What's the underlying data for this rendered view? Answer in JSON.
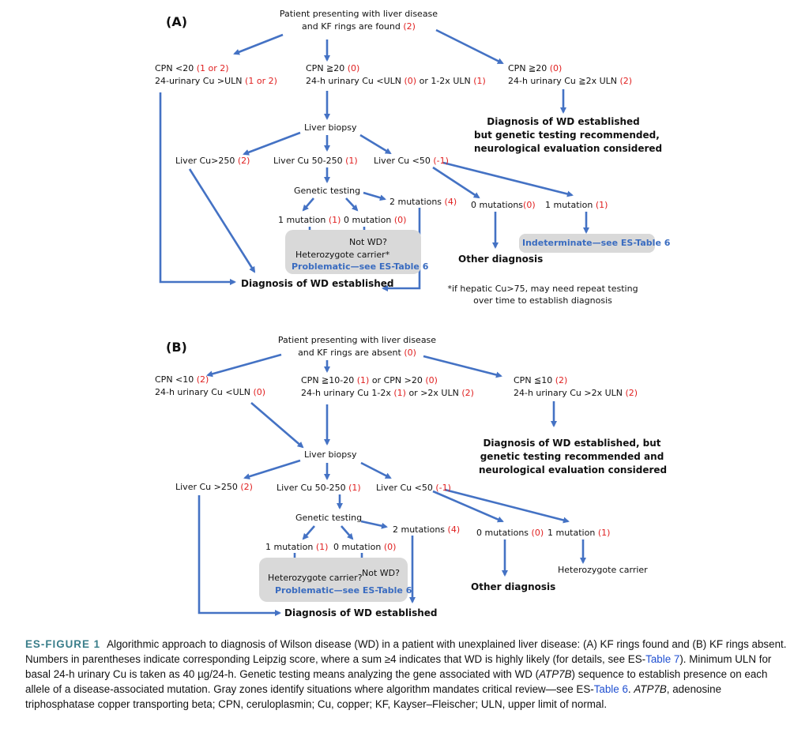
{
  "panel_a": {
    "label": "(A)",
    "start": {
      "l1": "Patient presenting with liver disease",
      "l2": "and KF rings are found",
      "s2": "(2)"
    },
    "left": {
      "l1": "CPN <20",
      "s1": "(1 or 2)",
      "l2": "24-urinary Cu >ULN",
      "s2": "(1 or 2)"
    },
    "mid": {
      "l1": "CPN ≧20",
      "s1": "(0)",
      "l2": "24-h urinary Cu <ULN",
      "s2": "(0)",
      "l2b": "or 1-2x ULN",
      "s2b": "(1)"
    },
    "right": {
      "l1": "CPN ≧20",
      "s1": "(0)",
      "l2": "24-h urinary Cu ≧2x ULN",
      "s2": "(2)"
    },
    "right_dx": {
      "l1": "Diagnosis of WD established",
      "l2": "but genetic testing recommended,",
      "l3": "neurological evaluation considered"
    },
    "biopsy": "Liver biopsy",
    "cu_high": {
      "t": "Liver Cu>250",
      "s": "(2)"
    },
    "cu_mid": {
      "t": "Liver Cu 50-250",
      "s": "(1)"
    },
    "cu_low": {
      "t": "Liver Cu <50",
      "s": "(-1)"
    },
    "genetic": "Genetic testing",
    "two_mut": {
      "t": "2 mutations",
      "s": "(4)"
    },
    "one_mut": {
      "t": "1 mutation",
      "s": "(1)"
    },
    "zero_mut": {
      "t": "0 mutation",
      "s": "(0)"
    },
    "gray": {
      "not_wd": "Not WD?",
      "het": "Heterozygote carrier*",
      "prob": "Problematic—see ES-Table 6"
    },
    "zero_mut_r": {
      "t": "0 mutations",
      "s": "(0)"
    },
    "one_mut_r": {
      "t": "1 mutation",
      "s": "(1)"
    },
    "indeterminate": "Indeterminate—see ES-Table 6",
    "other_dx": "Other diagnosis",
    "dx": "Diagnosis of WD established",
    "note": {
      "l1": "*if hepatic Cu>75, may need repeat testing",
      "l2": "over time to establish diagnosis"
    }
  },
  "panel_b": {
    "label": "(B)",
    "start": {
      "l1": "Patient presenting with liver disease",
      "l2": "and KF rings are absent",
      "s2": "(0)"
    },
    "left": {
      "l1": "CPN <10",
      "s1": "(2)",
      "l2": "24-h urinary Cu <ULN",
      "s2": "(0)"
    },
    "mid": {
      "l1": "CPN ≧10-20",
      "s1": "(1)",
      "l1b": "or CPN >20",
      "s1b": "(0)",
      "l2": "24-h urinary Cu 1-2x",
      "s2": "(1)",
      "l2b": "or >2x ULN",
      "s2b": "(2)"
    },
    "right": {
      "l1": "CPN ≦10",
      "s1": "(2)",
      "l2": "24-h urinary Cu >2x ULN",
      "s2": "(2)"
    },
    "right_dx": {
      "l1": "Diagnosis of WD established, but",
      "l2": "genetic testing recommended and",
      "l3": "neurological evaluation considered"
    },
    "biopsy": "Liver biopsy",
    "cu_high": {
      "t": "Liver Cu >250",
      "s": "(2)"
    },
    "cu_mid": {
      "t": "Liver Cu 50-250",
      "s": "(1)"
    },
    "cu_low": {
      "t": "Liver Cu <50",
      "s": "(-1)"
    },
    "genetic": "Genetic testing",
    "two_mut": {
      "t": "2 mutations",
      "s": "(4)"
    },
    "one_mut": {
      "t": "1 mutation",
      "s": "(1)"
    },
    "zero_mut": {
      "t": "0 mutation",
      "s": "(0)"
    },
    "gray": {
      "het": "Heterozygote carrier?",
      "not_wd": "Not WD?",
      "prob": "Problematic—see ES-Table 6"
    },
    "zero_mut_r": {
      "t": "0 mutations",
      "s": "(0)"
    },
    "one_mut_r": {
      "t": "1 mutation",
      "s": "(1)"
    },
    "het_carrier": "Heterozygote carrier",
    "other_dx": "Other diagnosis",
    "dx": "Diagnosis of WD established"
  },
  "caption": {
    "fig": "ES-FIGURE 1",
    "p1": "Algorithmic approach to diagnosis of Wilson disease (WD) in a patient with unexplained liver disease: (A) KF rings found and (B) KF rings absent. Numbers in parentheses indicate corresponding Leipzig score, where a sum ≥4 indicates that WD is highly likely (for details, see ES-",
    "link1": "Table 7",
    "p2": "). Minimum ULN for basal 24-h urinary Cu is taken as 40 µg/24-h. Genetic testing means analyzing the gene associated with WD (",
    "gene1": "ATP7B",
    "p3": ") sequence to establish presence on each allele of a disease-associated mutation. Gray zones identify situations where algorithm mandates critical review—see ES-",
    "link2": "Table 6",
    "p4": ". ",
    "gene2": "ATP7B",
    "p5": ", adenosine triphosphatase copper transporting beta; CPN, ceruloplasmin; Cu, copper; KF, Kayser–Fleischer; ULN, upper limit of normal."
  },
  "colors": {
    "arrow": "#4472c4",
    "score": "#e02020",
    "gray_zone": "#d9d9d9",
    "link": "#3a6cc0"
  }
}
